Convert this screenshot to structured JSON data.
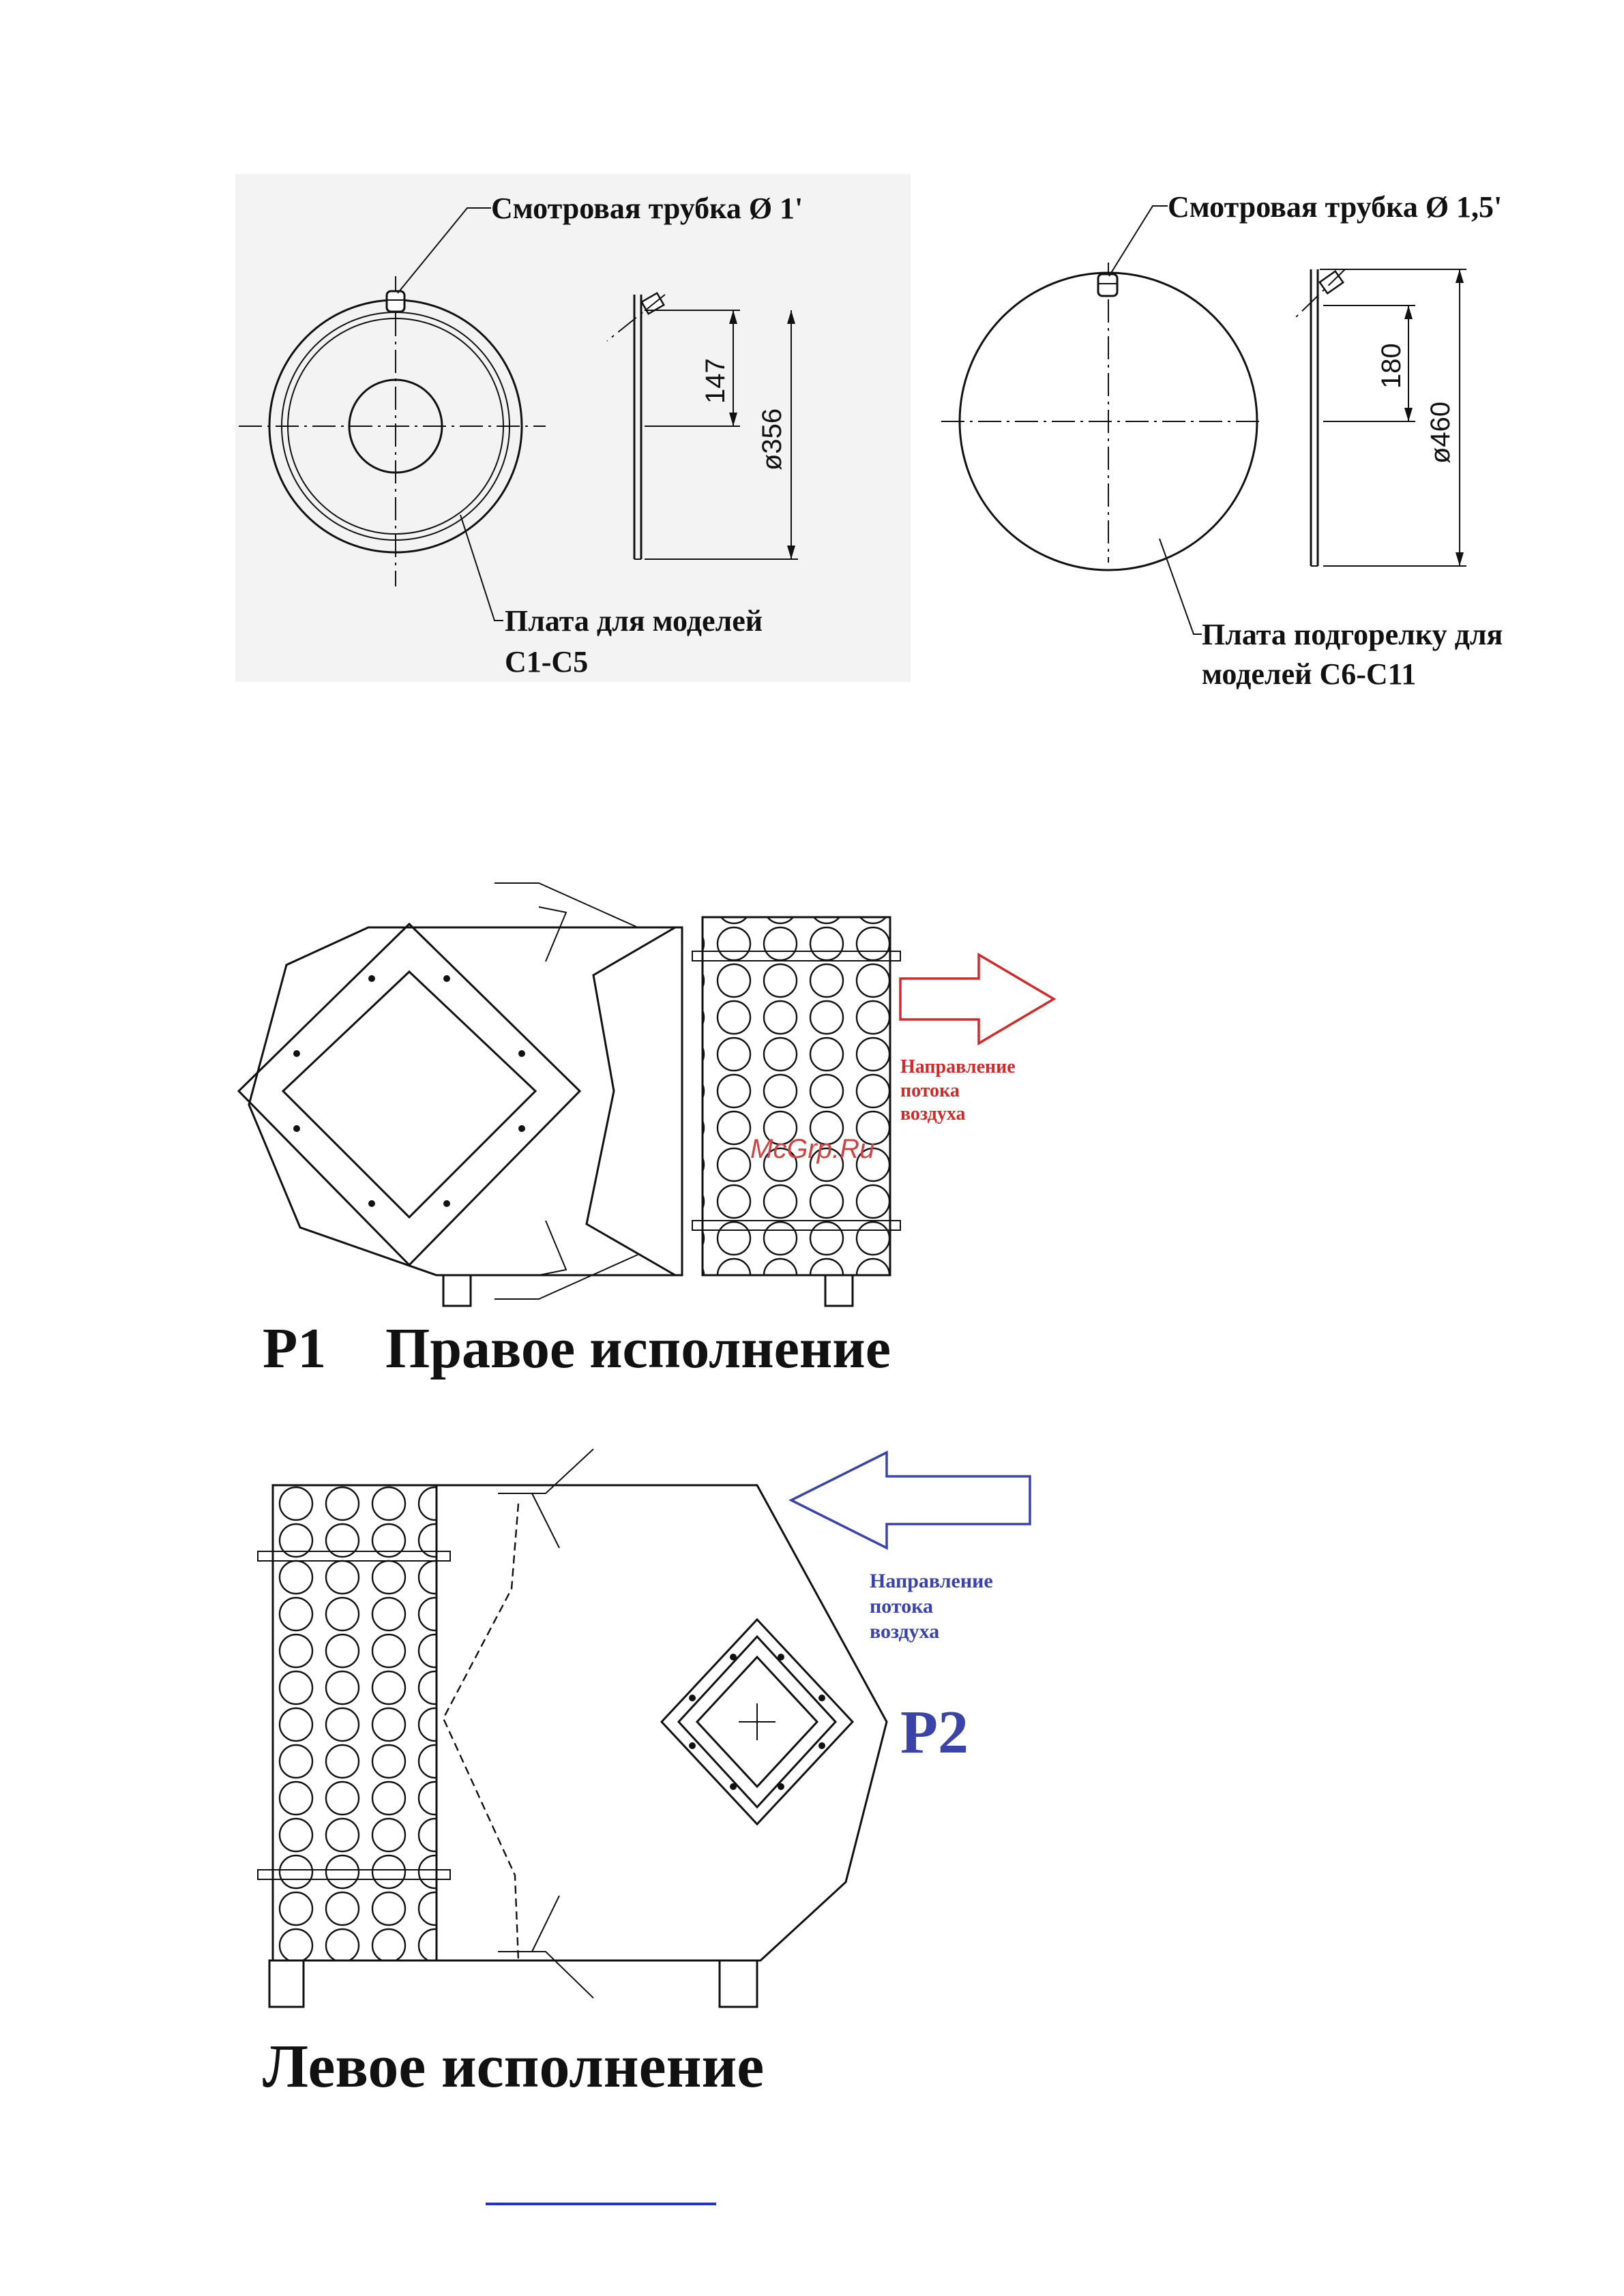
{
  "top_left": {
    "tube_label": "Смотровая трубка Ø 1'",
    "plate_label_line1": "Плата для моделей",
    "plate_label_line2": "C1-C5",
    "dim_height": "147",
    "dim_diameter": "ø356"
  },
  "top_right": {
    "tube_label": "Смотровая трубка Ø 1,5'",
    "plate_label_line1": "Плата подгорелку для",
    "plate_label_line2": "моделей C6-C11",
    "dim_height": "180",
    "dim_diameter": "ø460"
  },
  "right_variant": {
    "code": "P1",
    "title": "Правое исполнение",
    "flow_label": [
      "Направление",
      "потока",
      "воздуха"
    ],
    "arrow_color": "#d22a2a",
    "watermark": "McGrp.Ru"
  },
  "left_variant": {
    "code": "P2",
    "title": "Левое исполнение",
    "flow_label": [
      "Направление",
      "потока",
      "воздуха"
    ],
    "arrow_color": "#3a43a8"
  }
}
